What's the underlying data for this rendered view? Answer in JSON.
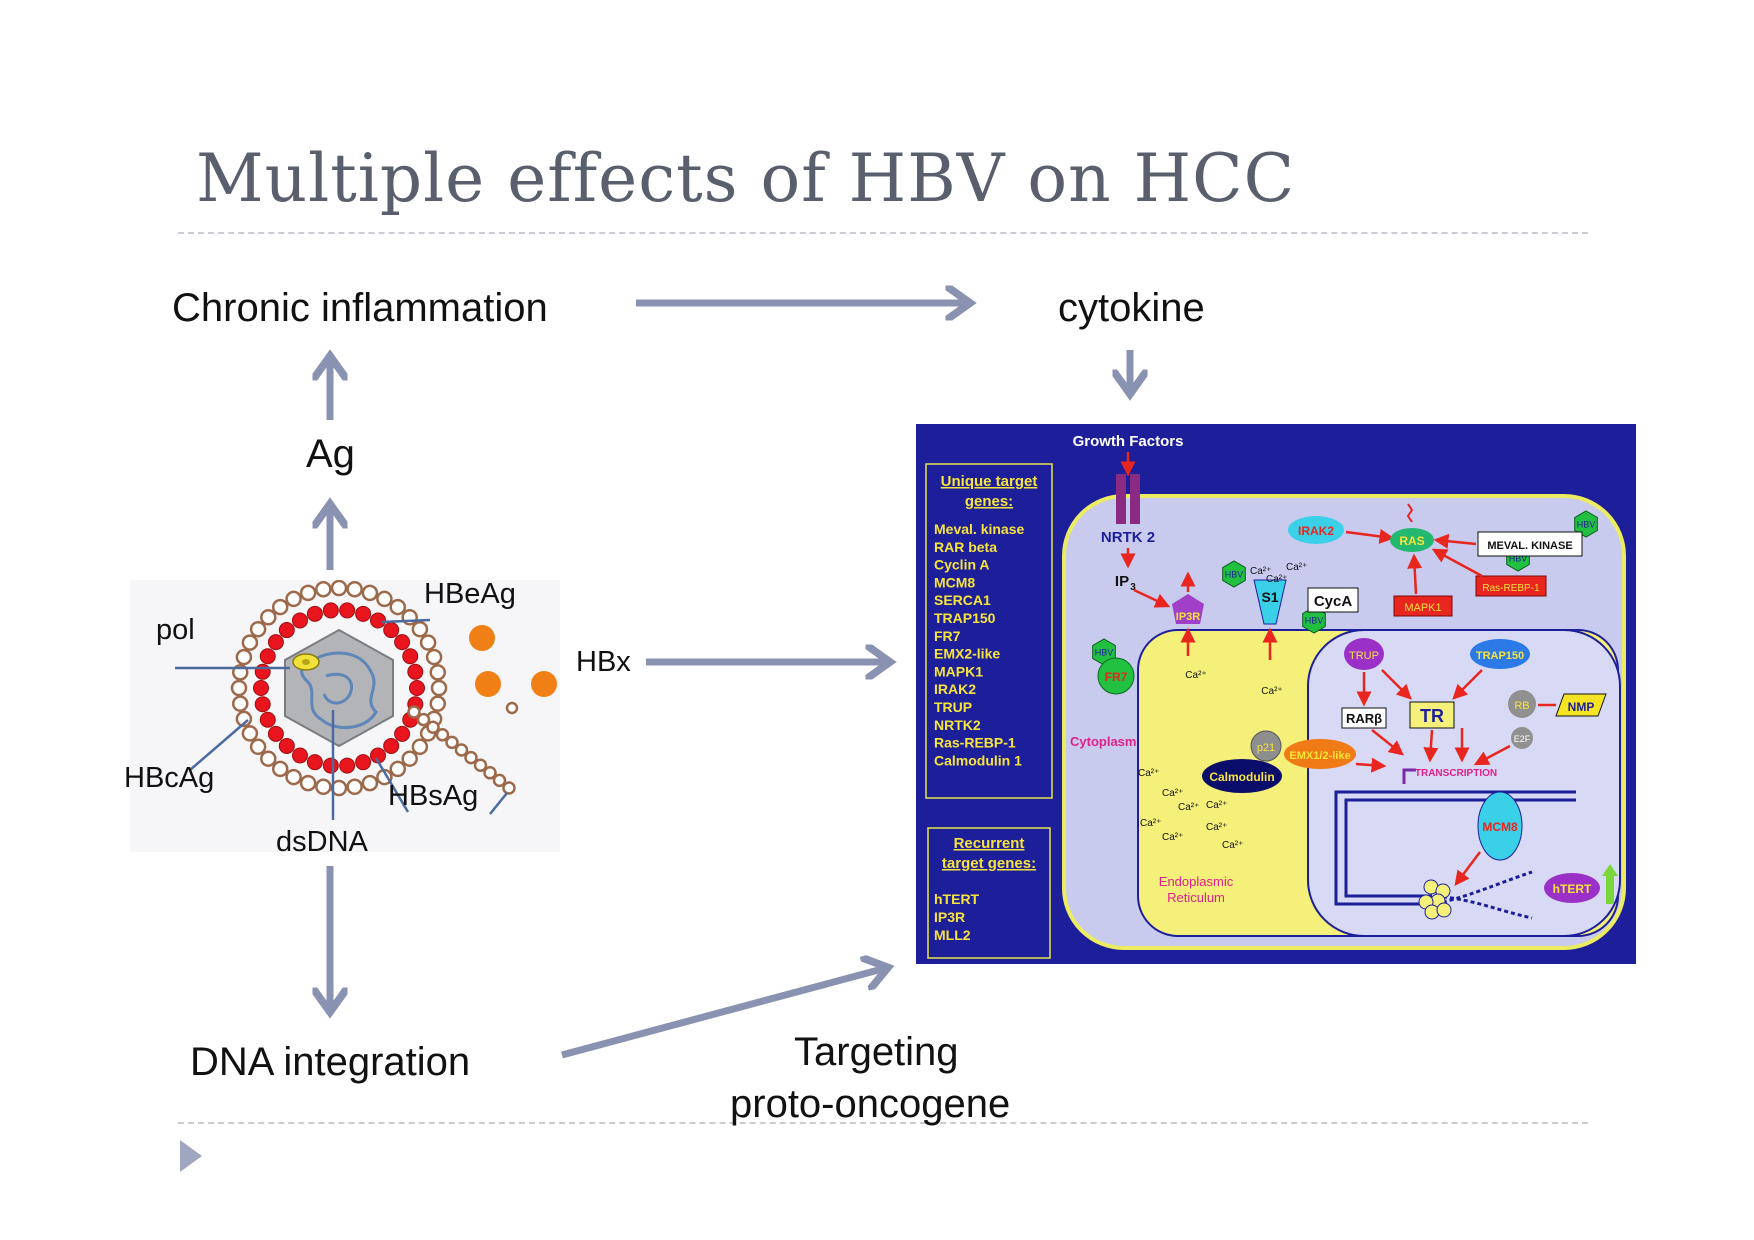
{
  "slide": {
    "title": "Multiple effects of HBV on HCC"
  },
  "flow": {
    "chronic_inflammation": "Chronic inflammation",
    "cytokine": "cytokine",
    "ag": "Ag",
    "hbx": "HBx",
    "dna_integration": "DNA integration",
    "targeting_line1": "Targeting",
    "targeting_line2": "proto-oncogene"
  },
  "virion": {
    "pol": "pol",
    "hbeag": "HBeAg",
    "hbcag": "HBcAg",
    "hbsag": "HBsAg",
    "dsdna": "dsDNA"
  },
  "pathway": {
    "growth_factors": "Growth Factors",
    "unique_title_1": "Unique target",
    "unique_title_2": "genes:",
    "unique_genes": [
      "Meval. kinase",
      "RAR beta",
      "Cyclin A",
      "MCM8",
      "SERCA1",
      "TRAP150",
      "FR7",
      "EMX2-like",
      "MAPK1",
      "IRAK2",
      "TRUP",
      "NRTK2",
      "Ras-REBP-1",
      "Calmodulin 1"
    ],
    "recurrent_title_1": "Recurrent",
    "recurrent_title_2": "target genes:",
    "recurrent_genes": [
      "hTERT",
      "IP3R",
      "MLL2"
    ],
    "nrtk2": "NRTK 2",
    "ip3": "IP",
    "ip3_sub": "3",
    "irak2": "IRAK2",
    "ras": "RAS",
    "meval_kinase": "MEVAL. KINASE",
    "mapk1": "MAPK1",
    "ras_rebp1": "Ras-REBP-1",
    "hbv": "HBV",
    "cyca": "CycA",
    "s1": "S1",
    "ip3r": "IP3R",
    "fr7": "FR7",
    "trup": "TRUP",
    "trap150": "TRAP150",
    "rarb": "RARβ",
    "tr": "TR",
    "rb": "RB",
    "nmp": "NMP",
    "e2f": "E2F",
    "p21": "p21",
    "calmodulin": "Calmodulin",
    "cytoplasm": "Cytoplasm",
    "emx": "EMX1/2-like",
    "transcription": "TRANSCRIPTION",
    "mcm8": "MCM8",
    "htert": "hTERT",
    "er_1": "Endoplasmic",
    "er_2": "Reticulum",
    "ca": "Ca²⁺"
  },
  "colors": {
    "arrow": "#8a92b2",
    "panel_bg": "#1d1f9a",
    "cell": "#c9cbee",
    "er": "#f4f07a",
    "nucleus": "#d8daf5"
  }
}
